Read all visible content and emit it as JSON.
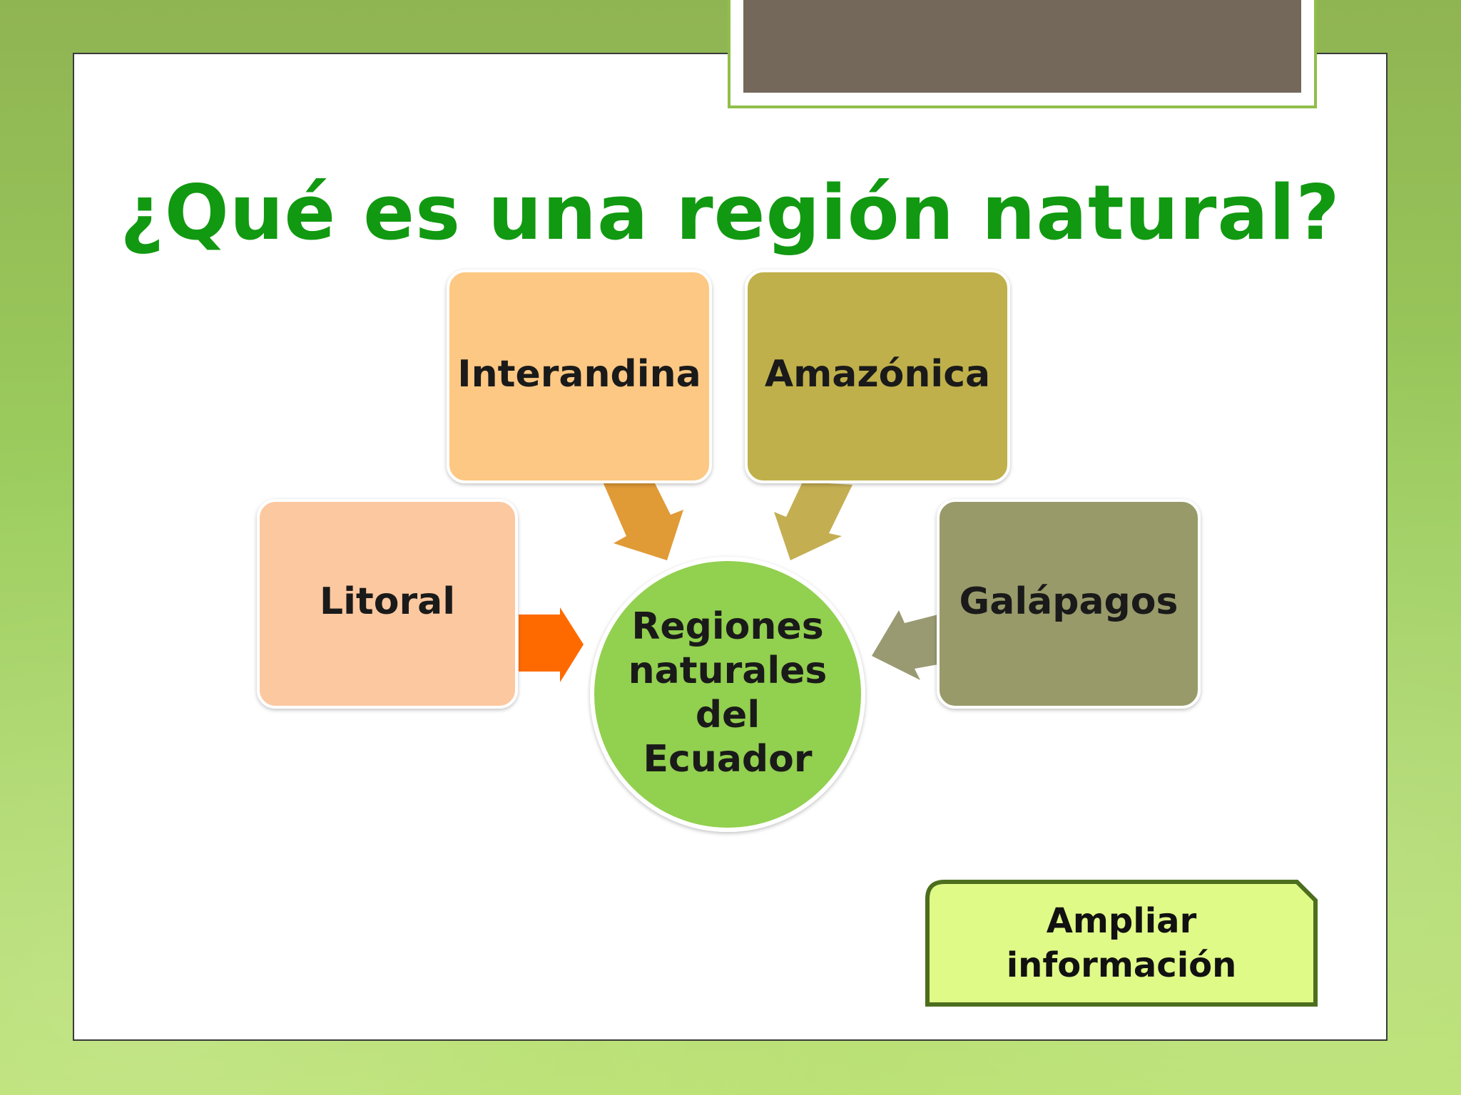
{
  "slide": {
    "title": "¿Qué es una región natural?"
  },
  "diagram": {
    "center": {
      "lines": [
        "Regiones",
        "naturales",
        "del",
        "Ecuador"
      ],
      "color": "#92d050"
    },
    "regions": [
      {
        "id": "litoral",
        "label": "Litoral",
        "color": "#fcc8a0",
        "arrow_color": "#ff6a00"
      },
      {
        "id": "interandina",
        "label": "Interandina",
        "color": "#fdc883",
        "arrow_color": "#e09a36"
      },
      {
        "id": "amazonica",
        "label": "Amazónica",
        "color": "#bfb04c",
        "arrow_color": "#c4ae52"
      },
      {
        "id": "galapagos",
        "label": "Galápagos",
        "color": "#989a6a",
        "arrow_color": "#999a72"
      }
    ]
  },
  "more_button": {
    "label": "Ampliar\ninformación",
    "color": "#e0fa88",
    "border_color": "#4c6e1e"
  },
  "theme": {
    "title_color": "#119911",
    "header_tab_color": "#73685a"
  }
}
